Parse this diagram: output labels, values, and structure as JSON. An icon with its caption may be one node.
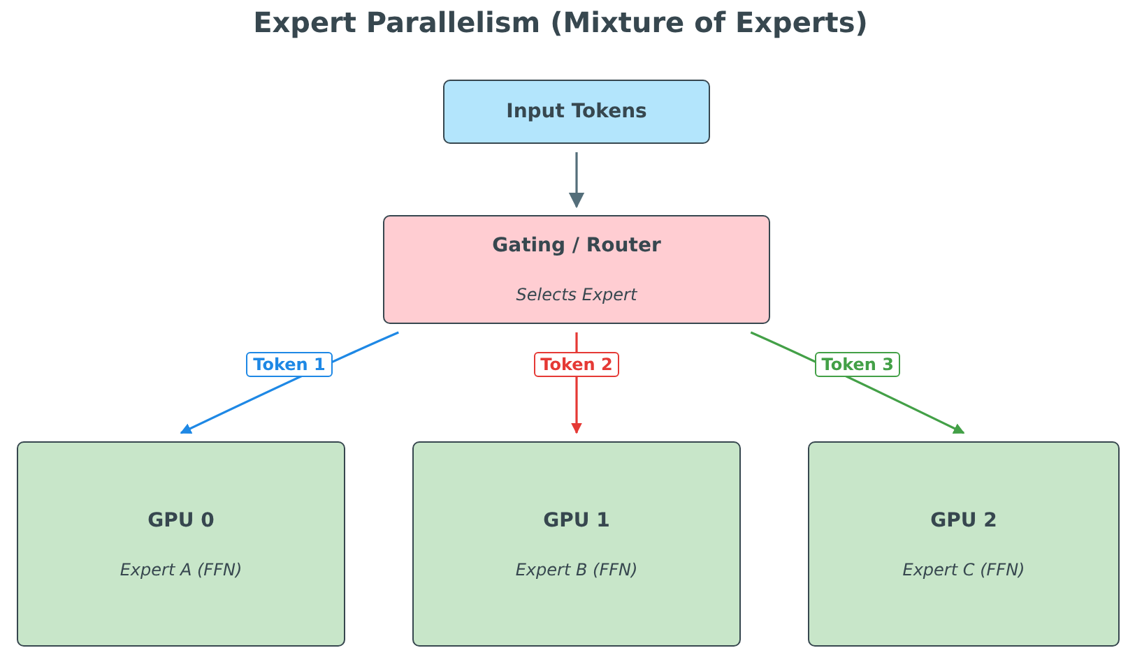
{
  "diagram": {
    "title": "Expert Parallelism (Mixture of Experts)",
    "nodes": [
      {
        "text": [
          "Input Tokens"
        ]
      },
      {
        "text": [
          "Gating / Router",
          "Selects Expert"
        ]
      },
      {
        "text": [
          "GPU 0",
          "Expert A (FFN)"
        ]
      },
      {
        "text": [
          "GPU 1",
          "Expert B (FFN)"
        ]
      },
      {
        "text": [
          "GPU 2",
          "Expert C (FFN)"
        ]
      }
    ],
    "edges": [
      {
        "from": 0,
        "to": 1,
        "arrow": "to",
        "color": "#546e7a"
      },
      {
        "from": 1,
        "to": 2,
        "arrow": "to",
        "label": "Token 1",
        "color": "#1e88e5"
      },
      {
        "from": 1,
        "to": 3,
        "arrow": "to",
        "label": "Token 2",
        "color": "#e53935"
      },
      {
        "from": 1,
        "to": 4,
        "arrow": "to",
        "label": "Token 3",
        "color": "#43a047"
      }
    ]
  }
}
